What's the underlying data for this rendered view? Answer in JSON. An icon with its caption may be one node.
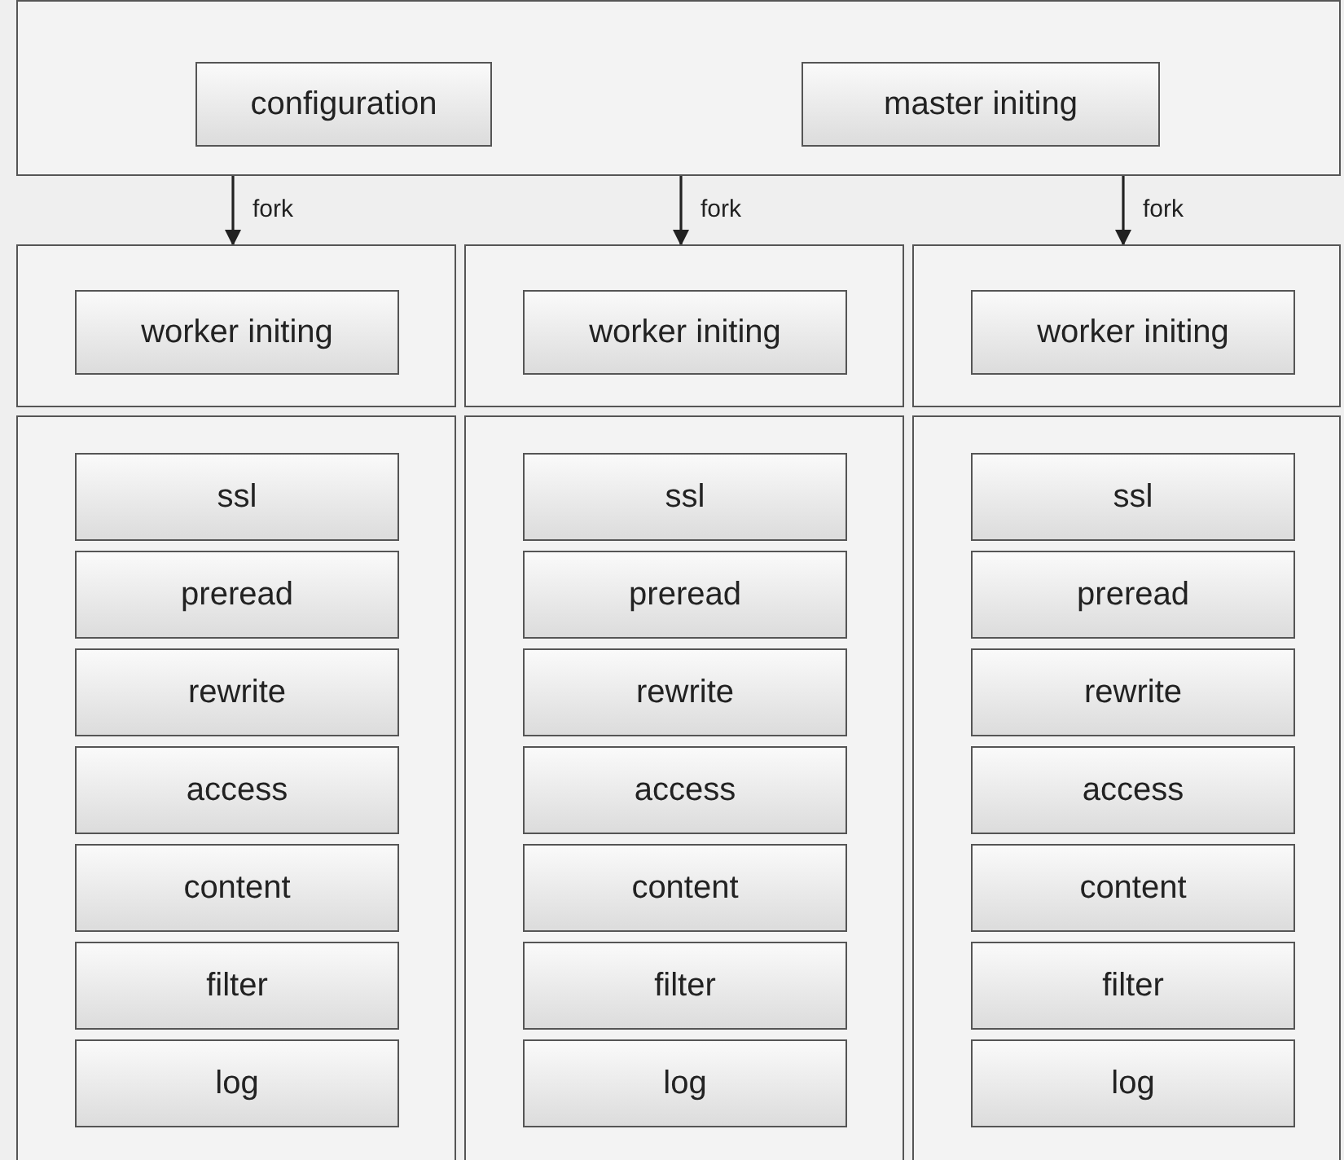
{
  "diagram": {
    "nodes": [
      {
        "text": [],
        "shape": "box"
      },
      {
        "text": [
          "configuration"
        ],
        "in": 0
      },
      {
        "text": [
          "master initing"
        ],
        "in": 0
      },
      {
        "text": [],
        "shape": "box"
      },
      {
        "text": [
          "worker initing"
        ],
        "in": 3
      },
      {
        "text": [],
        "shape": "box"
      },
      {
        "text": [
          "worker initing"
        ],
        "in": 5
      },
      {
        "text": [],
        "shape": "box"
      },
      {
        "text": [
          "worker initing"
        ],
        "in": 7
      },
      {
        "text": [],
        "shape": "box"
      },
      {
        "text": [
          "ssl"
        ],
        "in": 9
      },
      {
        "text": [
          "preread"
        ],
        "in": 9
      },
      {
        "text": [
          "rewrite"
        ],
        "in": 9
      },
      {
        "text": [
          "access"
        ],
        "in": 9
      },
      {
        "text": [
          "content"
        ],
        "in": 9
      },
      {
        "text": [
          "filter"
        ],
        "in": 9
      },
      {
        "text": [
          "log"
        ],
        "in": 9
      },
      {
        "text": [],
        "shape": "box"
      },
      {
        "text": [
          "ssl"
        ],
        "in": 17
      },
      {
        "text": [
          "preread"
        ],
        "in": 17
      },
      {
        "text": [
          "rewrite"
        ],
        "in": 17
      },
      {
        "text": [
          "access"
        ],
        "in": 17
      },
      {
        "text": [
          "content"
        ],
        "in": 17
      },
      {
        "text": [
          "filter"
        ],
        "in": 17
      },
      {
        "text": [
          "log"
        ],
        "in": 17
      },
      {
        "text": [],
        "shape": "box"
      },
      {
        "text": [
          "ssl"
        ],
        "in": 25
      },
      {
        "text": [
          "preread"
        ],
        "in": 25
      },
      {
        "text": [
          "rewrite"
        ],
        "in": 25
      },
      {
        "text": [
          "access"
        ],
        "in": 25
      },
      {
        "text": [
          "content"
        ],
        "in": 25
      },
      {
        "text": [
          "filter"
        ],
        "in": 25
      },
      {
        "text": [
          "log"
        ],
        "in": 25
      }
    ],
    "edges": [
      {
        "from": 0,
        "to": 3,
        "arrow": "to",
        "label": "fork"
      },
      {
        "from": 0,
        "to": 5,
        "arrow": "to",
        "label": "fork"
      },
      {
        "from": 0,
        "to": 7,
        "arrow": "to",
        "label": "fork"
      }
    ]
  }
}
